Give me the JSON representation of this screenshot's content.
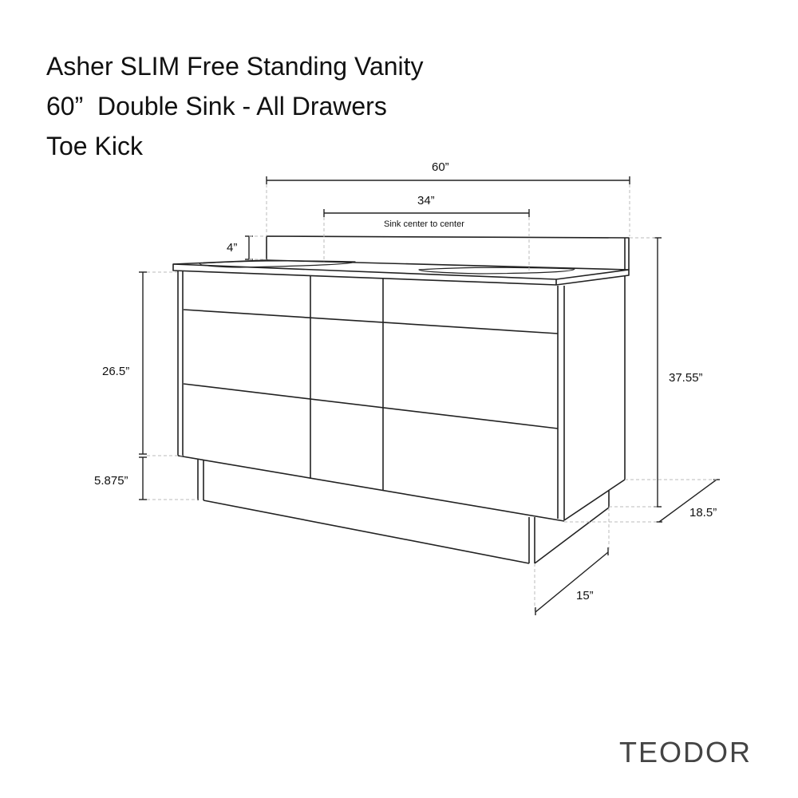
{
  "title": {
    "line1": "Asher SLIM Free Standing Vanity",
    "line2": "60”  Double Sink - All Drawers",
    "line3": "Toe Kick"
  },
  "brand": "TEODOR",
  "dimensions": {
    "overall_width": "60”",
    "sink_spacing": "34”",
    "sink_spacing_note": "Sink center to center",
    "backsplash_height": "4”",
    "cabinet_height": "26.5”",
    "toe_kick_height": "5.875”",
    "overall_height": "37.55”",
    "overall_depth": "18.5”",
    "toe_kick_depth": "15”"
  },
  "colors": {
    "line": "#222222",
    "dashed": "#bbbbbb",
    "background": "#ffffff"
  }
}
